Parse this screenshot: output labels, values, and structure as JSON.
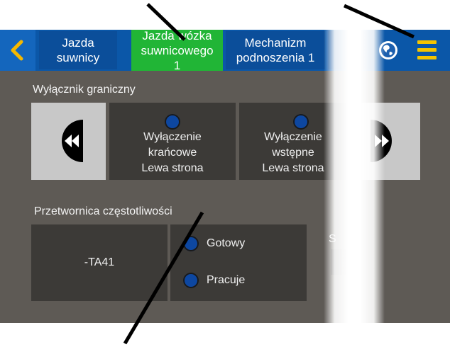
{
  "nav": {
    "tabs": [
      {
        "label": "Jazda\nsuwnicy"
      },
      {
        "label": "Jazda wózka\nsuwnicowego\n1"
      },
      {
        "label": "Mechanizm\npodnoszenia  1"
      },
      {
        "label": ""
      }
    ],
    "active_tab_color": "#21b536",
    "bar_color": "#0b57a8",
    "icons": {
      "back": "chevron-left-icon",
      "globe": "globe-icon",
      "menu": "hamburger-menu-icon"
    }
  },
  "limit_switch": {
    "title": "Wyłącznik graniczny",
    "items": [
      {
        "label": "Wyłączenie\nkrańcowe\nLewa strona"
      },
      {
        "label": "Wyłączenie\nwstępne\nLewa strona"
      }
    ],
    "icons": {
      "prev": "double-chevron-left-icon",
      "next": "double-chevron-right-icon"
    }
  },
  "inverter": {
    "title": "Przetwornica częstotliwości",
    "device_name": "-TA41",
    "statuses": [
      {
        "label": "Gotowy"
      },
      {
        "label": "Pracuje"
      }
    ],
    "partial_label": "S"
  }
}
